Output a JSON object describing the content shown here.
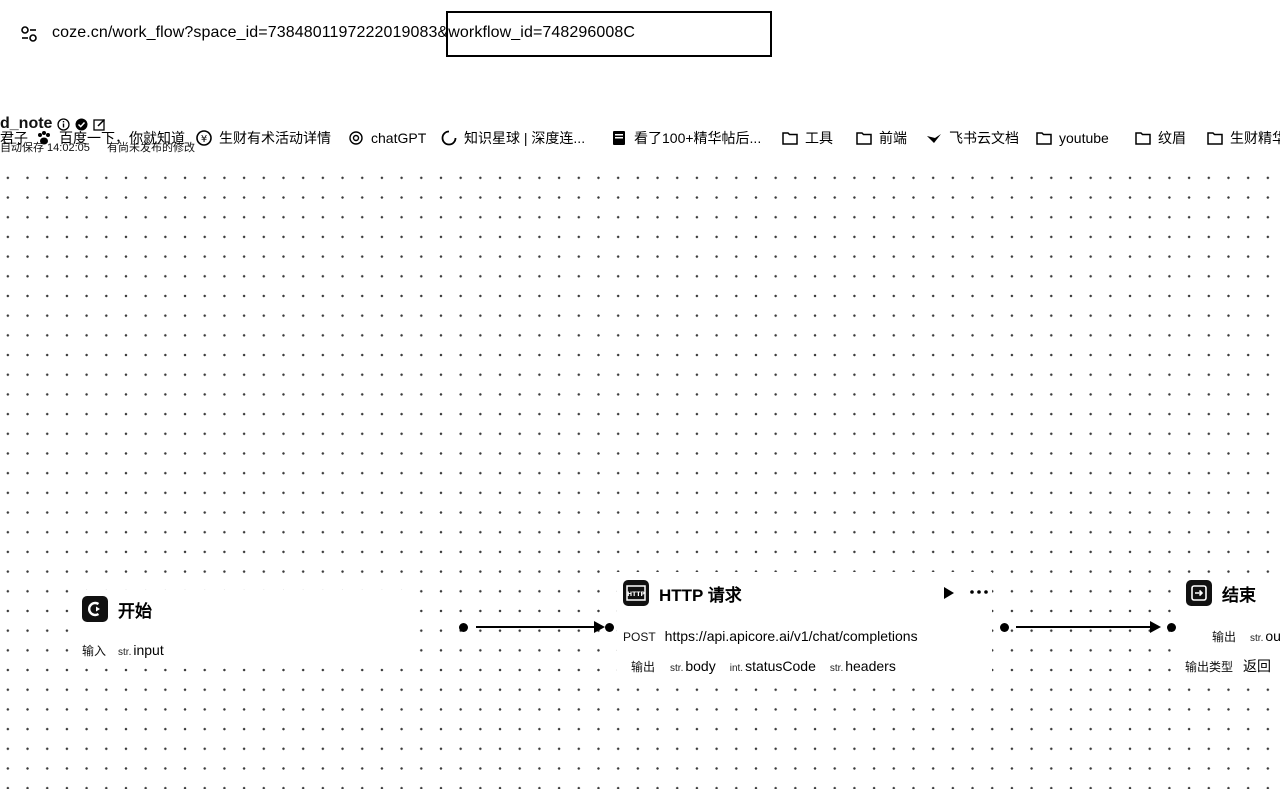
{
  "browser": {
    "url_part1": "coze.cn/work_flow?space_id=7384801197222019083",
    "url_part2": "&workflow_id=748296008C"
  },
  "bookmarks": [
    {
      "label": "君子",
      "icon": "text-icon"
    },
    {
      "label": "百度一下，你就知道",
      "icon": "paw-icon"
    },
    {
      "label": "生财有术活动详情",
      "icon": "coin-icon"
    },
    {
      "label": "chatGPT",
      "icon": "openai-icon"
    },
    {
      "label": "知识星球 | 深度连...",
      "icon": "circle-icon"
    },
    {
      "label": "看了100+精华帖后...",
      "icon": "bookmark-icon"
    },
    {
      "label": "工具",
      "icon": "folder-icon"
    },
    {
      "label": "前端",
      "icon": "folder-icon"
    },
    {
      "label": "飞书云文档",
      "icon": "feishu-icon"
    },
    {
      "label": "youtube",
      "icon": "folder-icon"
    },
    {
      "label": "纹眉",
      "icon": "folder-icon"
    },
    {
      "label": "生财精华",
      "icon": "folder-icon"
    }
  ],
  "header": {
    "title": "d_note",
    "autosave": "自动保存 14:02:05",
    "unpublished": "有尚未发布的修改"
  },
  "nodes": {
    "start": {
      "title": "开始",
      "input_label": "输入",
      "inputs": [
        {
          "type": "str.",
          "name": "input"
        }
      ]
    },
    "http": {
      "title": "HTTP 请求",
      "method": "POST",
      "url": "https://api.apicore.ai/v1/chat/completions",
      "output_label": "输出",
      "outputs": [
        {
          "type": "str.",
          "name": "body"
        },
        {
          "type": "int.",
          "name": "statusCode"
        },
        {
          "type": "str.",
          "name": "headers"
        }
      ],
      "run_icon": "play-icon",
      "more_icon": "more-icon"
    },
    "end": {
      "title": "结束",
      "output_label": "输出",
      "output_type": "str.",
      "output_name": "ou",
      "output_type_label": "输出类型",
      "output_type_value": "返回"
    }
  }
}
